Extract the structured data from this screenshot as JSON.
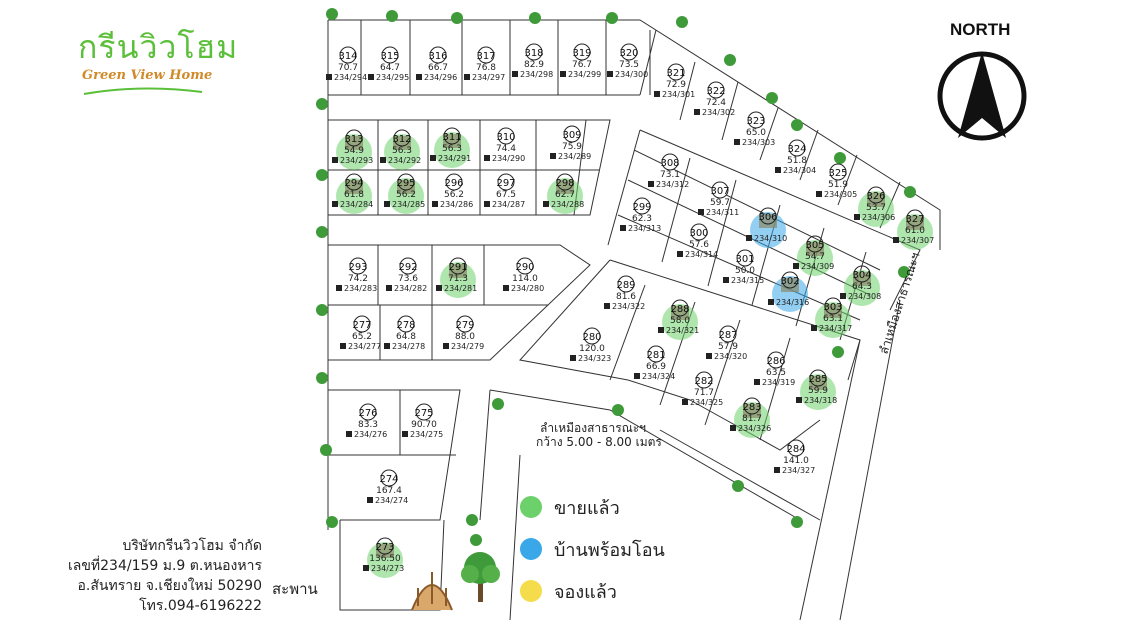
{
  "brand": {
    "name_th": "กรีนวิวโฮม",
    "name_en": "Green View Home"
  },
  "company": {
    "line1": "บริษัทกรีนวิวโฮม จำกัด",
    "line2": "เลขที่234/159 ม.9 ต.หนองหาร",
    "line3": "อ.สันทราย จ.เชียงใหม่ 50290",
    "line4": "โทร.094-6196222"
  },
  "legend": [
    {
      "label": "ขายแล้ว",
      "color": "#6cd16a"
    },
    {
      "label": "บ้านพร้อมโอน",
      "color": "#3aa8e8"
    },
    {
      "label": "จองแล้ว",
      "color": "#f5dc4a"
    }
  ],
  "compass": {
    "label": "NORTH"
  },
  "labels": {
    "road_label": "ลำเหมืองสาธารณะฯ",
    "road_width": "กว้าง 5.00 - 8.00 เมตร",
    "side_road": "ลำเหมืองสาธารณะฯ",
    "bridge": "สะพาน"
  },
  "colors": {
    "line": "#333333",
    "sold": "#6cd16a",
    "ready": "#3aa8e8",
    "reserved": "#f5dc4a"
  },
  "plots": [
    {
      "no": "314",
      "area": "70.7",
      "house": "234/294",
      "status": ""
    },
    {
      "no": "315",
      "area": "64.7",
      "house": "234/295",
      "status": ""
    },
    {
      "no": "316",
      "area": "66.7",
      "house": "234/296",
      "status": ""
    },
    {
      "no": "317",
      "area": "76.8",
      "house": "234/297",
      "status": ""
    },
    {
      "no": "318",
      "area": "82.9",
      "house": "234/298",
      "status": ""
    },
    {
      "no": "319",
      "area": "76.7",
      "house": "234/299",
      "status": ""
    },
    {
      "no": "320",
      "area": "73.5",
      "house": "234/300",
      "status": ""
    },
    {
      "no": "321",
      "area": "72.9",
      "house": "234/301",
      "status": ""
    },
    {
      "no": "322",
      "area": "72.4",
      "house": "234/302",
      "status": ""
    },
    {
      "no": "323",
      "area": "65.0",
      "house": "234/303",
      "status": ""
    },
    {
      "no": "324",
      "area": "51.8",
      "house": "234/304",
      "status": ""
    },
    {
      "no": "325",
      "area": "51.9",
      "house": "234/305",
      "status": ""
    },
    {
      "no": "326",
      "area": "53.7",
      "house": "234/306",
      "status": "sold"
    },
    {
      "no": "327",
      "area": "61.0",
      "house": "234/307",
      "status": "sold"
    },
    {
      "no": "313",
      "area": "54.9",
      "house": "234/293",
      "status": "sold"
    },
    {
      "no": "312",
      "area": "56.3",
      "house": "234/292",
      "status": "sold"
    },
    {
      "no": "311",
      "area": "56.3",
      "house": "234/291",
      "status": "sold"
    },
    {
      "no": "310",
      "area": "74.4",
      "house": "234/290",
      "status": ""
    },
    {
      "no": "309",
      "area": "75.9",
      "house": "234/289",
      "status": ""
    },
    {
      "no": "294",
      "area": "61.8",
      "house": "234/284",
      "status": "sold"
    },
    {
      "no": "295",
      "area": "56.2",
      "house": "234/285",
      "status": "sold"
    },
    {
      "no": "296",
      "area": "56.2",
      "house": "234/286",
      "status": ""
    },
    {
      "no": "297",
      "area": "67.5",
      "house": "234/287",
      "status": ""
    },
    {
      "no": "298",
      "area": "62.7",
      "house": "234/288",
      "status": "sold"
    },
    {
      "no": "308",
      "area": "73.1",
      "house": "234/312",
      "status": ""
    },
    {
      "no": "307",
      "area": "59.7",
      "house": "234/311",
      "status": ""
    },
    {
      "no": "306",
      "area": "",
      "house": "234/310",
      "status": "ready"
    },
    {
      "no": "305",
      "area": "54.7",
      "house": "234/309",
      "status": "sold"
    },
    {
      "no": "304",
      "area": "64.3",
      "house": "234/308",
      "status": "sold"
    },
    {
      "no": "299",
      "area": "62.3",
      "house": "234/313",
      "status": ""
    },
    {
      "no": "300",
      "area": "57.6",
      "house": "234/314",
      "status": ""
    },
    {
      "no": "301",
      "area": "50.0",
      "house": "234/315",
      "status": ""
    },
    {
      "no": "302",
      "area": "",
      "house": "234/316",
      "status": "ready"
    },
    {
      "no": "303",
      "area": "63.1",
      "house": "234/317",
      "status": "sold"
    },
    {
      "no": "293",
      "area": "74.2",
      "house": "234/283",
      "status": ""
    },
    {
      "no": "292",
      "area": "73.6",
      "house": "234/282",
      "status": ""
    },
    {
      "no": "291",
      "area": "71.3",
      "house": "234/281",
      "status": "sold"
    },
    {
      "no": "290",
      "area": "114.0",
      "house": "234/280",
      "status": ""
    },
    {
      "no": "289",
      "area": "81.6",
      "house": "234/322",
      "status": ""
    },
    {
      "no": "288",
      "area": "58.0",
      "house": "234/321",
      "status": "sold"
    },
    {
      "no": "287",
      "area": "57.9",
      "house": "234/320",
      "status": ""
    },
    {
      "no": "286",
      "area": "63.5",
      "house": "234/319",
      "status": ""
    },
    {
      "no": "285",
      "area": "59.9",
      "house": "234/318",
      "status": "sold"
    },
    {
      "no": "277",
      "area": "65.2",
      "house": "234/277",
      "status": ""
    },
    {
      "no": "278",
      "area": "64.8",
      "house": "234/278",
      "status": ""
    },
    {
      "no": "279",
      "area": "88.0",
      "house": "234/279",
      "status": ""
    },
    {
      "no": "280",
      "area": "120.0",
      "house": "234/323",
      "status": ""
    },
    {
      "no": "281",
      "area": "66.9",
      "house": "234/324",
      "status": ""
    },
    {
      "no": "282",
      "area": "71.7",
      "house": "234/325",
      "status": ""
    },
    {
      "no": "283",
      "area": "81.7",
      "house": "234/326",
      "status": "sold"
    },
    {
      "no": "284",
      "area": "141.0",
      "house": "234/327",
      "status": ""
    },
    {
      "no": "276",
      "area": "83.3",
      "house": "234/276",
      "status": ""
    },
    {
      "no": "275",
      "area": "90.70",
      "house": "234/275",
      "status": ""
    },
    {
      "no": "274",
      "area": "167.4",
      "house": "234/274",
      "status": ""
    },
    {
      "no": "273",
      "area": "136.50",
      "house": "234/273",
      "status": "sold"
    }
  ]
}
